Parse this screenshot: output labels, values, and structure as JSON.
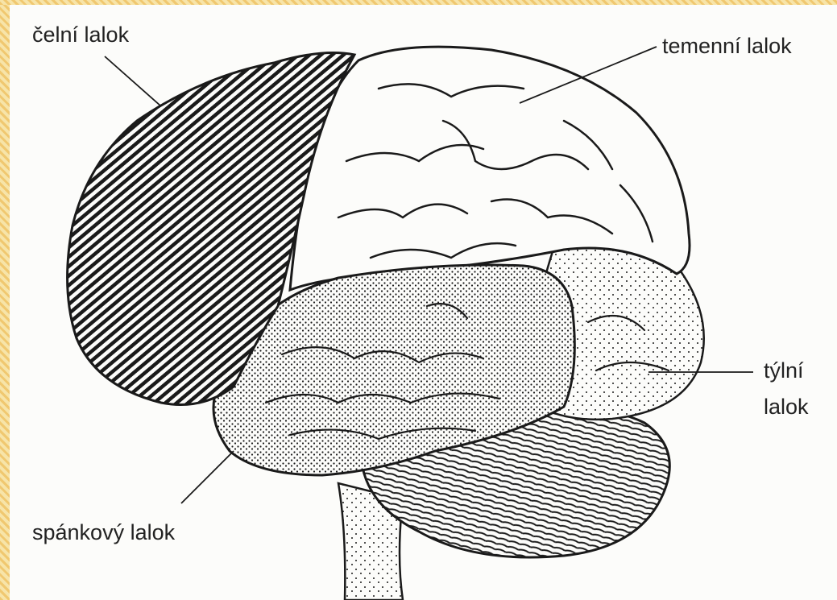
{
  "labels": {
    "frontal": "čelní lalok",
    "parietal": "temenní lalok",
    "occipital_line1": "týlní",
    "occipital_line2": "lalok",
    "temporal": "spánkový lalok"
  },
  "colors": {
    "background_border": "#f3d98e",
    "paper": "#fcfcfa",
    "ink": "#1a1a1a"
  }
}
